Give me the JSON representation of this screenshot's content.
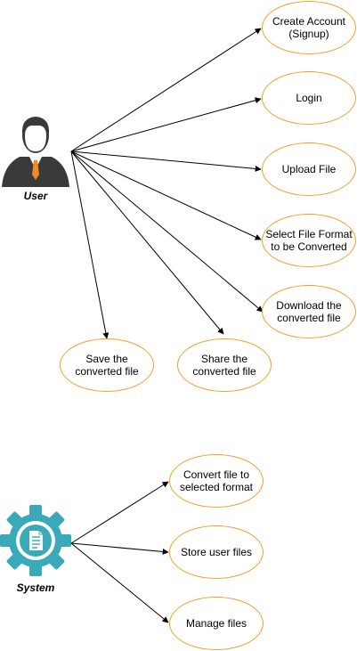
{
  "actors": {
    "user": {
      "label": "User"
    },
    "system": {
      "label": "System"
    }
  },
  "user_use_cases": [
    {
      "label": "Create Account\n(Signup)"
    },
    {
      "label": "Login"
    },
    {
      "label": "Upload File"
    },
    {
      "label": "Select File Format\nto be Converted"
    },
    {
      "label": "Download the\nconverted file"
    },
    {
      "label": "Save the\nconverted file"
    },
    {
      "label": "Share the\nconverted file"
    }
  ],
  "system_use_cases": [
    {
      "label": "Convert file to\nselected format"
    },
    {
      "label": "Store user files"
    },
    {
      "label": "Manage files"
    }
  ],
  "colors": {
    "ellipse_border": "#f0a030",
    "user_figure": "#3a3a3a",
    "tie": "#f08a20",
    "gear": "#3aaab8"
  }
}
